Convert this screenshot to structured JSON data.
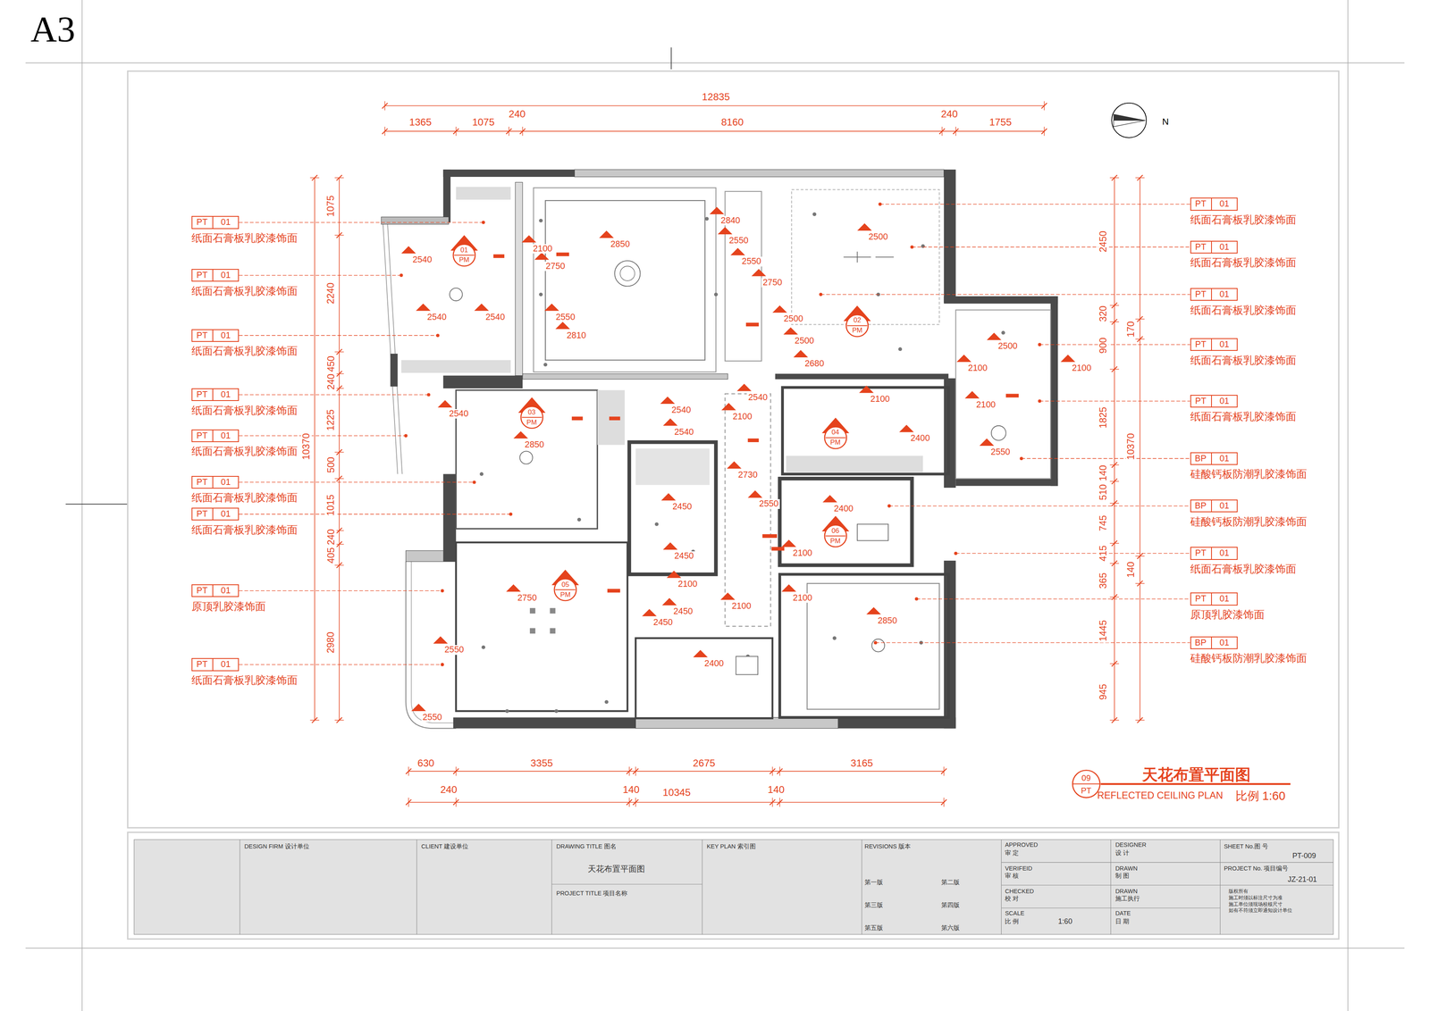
{
  "diagram": {
    "title": "天花布置平面图",
    "nodes": [
      {
        "text": [
          "01",
          "PM"
        ]
      },
      {
        "text": [
          "02",
          "PM"
        ]
      },
      {
        "text": [
          "03",
          "PM"
        ]
      },
      {
        "text": [
          "04",
          "PM"
        ]
      },
      {
        "text": [
          "05",
          "PM"
        ]
      },
      {
        "text": [
          "06",
          "PM"
        ]
      },
      {
        "text": [
          "09",
          "PT"
        ]
      },
      {
        "text": [
          "PT",
          "01",
          "纸面石膏板乳胶漆饰面"
        ]
      },
      {
        "text": [
          "PT",
          "01",
          "纸面石膏板乳胶漆饰面"
        ]
      },
      {
        "text": [
          "PT",
          "01",
          "纸面石膏板乳胶漆饰面"
        ]
      },
      {
        "text": [
          "PT",
          "01",
          "纸面石膏板乳胶漆饰面"
        ]
      },
      {
        "text": [
          "PT",
          "01",
          "纸面石膏板乳胶漆饰面"
        ]
      },
      {
        "text": [
          "PT",
          "01",
          "纸面石膏板乳胶漆饰面"
        ]
      },
      {
        "text": [
          "PT",
          "01",
          "纸面石膏板乳胶漆饰面"
        ]
      },
      {
        "text": [
          "PT",
          "01",
          "原顶乳胶漆饰面"
        ]
      },
      {
        "text": [
          "PT",
          "01",
          "纸面石膏板乳胶漆饰面"
        ]
      },
      {
        "text": [
          "PT",
          "01",
          "纸面石膏板乳胶漆饰面"
        ]
      },
      {
        "text": [
          "PT",
          "01",
          "纸面石膏板乳胶漆饰面"
        ]
      },
      {
        "text": [
          "PT",
          "01",
          "纸面石膏板乳胶漆饰面"
        ]
      },
      {
        "text": [
          "PT",
          "01",
          "纸面石膏板乳胶漆饰面"
        ]
      },
      {
        "text": [
          "PT",
          "01",
          "纸面石膏板乳胶漆饰面"
        ]
      },
      {
        "text": [
          "BP",
          "01",
          "硅酸钙板防潮乳胶漆饰面"
        ]
      },
      {
        "text": [
          "BP",
          "01",
          "硅酸钙板防潮乳胶漆饰面"
        ]
      },
      {
        "text": [
          "PT",
          "01",
          "纸面石膏板乳胶漆饰面"
        ]
      },
      {
        "text": [
          "PT",
          "01",
          "原顶乳胶漆饰面"
        ]
      },
      {
        "text": [
          "BP",
          "01",
          "硅酸钙板防潮乳胶漆饰面"
        ]
      }
    ],
    "labels": [
      "A3",
      "N",
      "REFLECTED CEILING PLAN",
      "比例 1:60",
      "12835",
      "1365",
      "1075",
      "240",
      "8160",
      "240",
      "1755",
      "1075",
      "2240",
      "450",
      "240",
      "1225",
      "10370",
      "500",
      "1015",
      "240",
      "405",
      "2980",
      "2450",
      "320",
      "170",
      "900",
      "1825",
      "10370",
      "140",
      "510",
      "745",
      "415",
      "140",
      "365",
      "1445",
      "945",
      "630",
      "3355",
      "2675",
      "3165",
      "240",
      "140",
      "140",
      "10345",
      "2540",
      "2100",
      "2750",
      "2850",
      "2840",
      "2550",
      "2550",
      "2500",
      "2750",
      "2540",
      "2540",
      "2550",
      "2810",
      "2500",
      "2500",
      "2680",
      "2500",
      "2100",
      "2100",
      "2540",
      "2540",
      "2540",
      "2540",
      "2850",
      "2100",
      "2100",
      "2400",
      "2100",
      "2550",
      "2730",
      "2450",
      "2550",
      "2400",
      "2450",
      "2100",
      "2100",
      "2750",
      "2450",
      "2100",
      "2100",
      "2450",
      "2850",
      "2550",
      "2400",
      "2550",
      "DESIGN FIRM 设计单位",
      "CLIENT 建设单位",
      "DRAWING TITLE 图名",
      "天花布置平面图",
      "PROJECT TITLE 项目名称",
      "KEY PLAN 索引图",
      "REVISIONS 版本",
      "第一版",
      "第二版",
      "第三版",
      "第四版",
      "第五版",
      "第六版",
      "APPROVED",
      "审 定",
      "VERIFEID",
      "审 核",
      "CHECKED",
      "校 对",
      "SCALE",
      "比 例",
      "1:60",
      "DESIGNER",
      "设 计",
      "DRAWN",
      "制 图",
      "DRAWN",
      "施工执行",
      "DATE",
      "日 期",
      "SHEET No.图 号",
      "PT-009",
      "PROJECT No. 项目编号",
      "JZ-21-01",
      "版权所有",
      "施工时须以标注尺寸为准",
      "施工单位须现场校核尺寸",
      "如有不符须立即通知设计单位"
    ]
  }
}
